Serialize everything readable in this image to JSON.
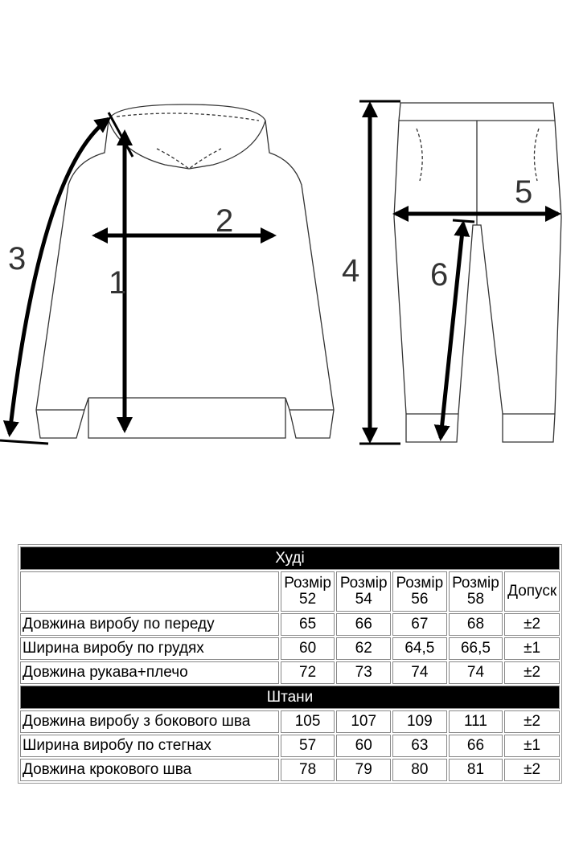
{
  "measure_labels": [
    "1",
    "2",
    "3",
    "4",
    "5",
    "6"
  ],
  "table": {
    "sections": [
      {
        "title": "Худі",
        "header": [
          "Розмір 52",
          "Розмір 54",
          "Розмір 56",
          "Розмір 58",
          "Допуск"
        ],
        "header_lines": [
          [
            "Розмір",
            "52"
          ],
          [
            "Розмір",
            "54"
          ],
          [
            "Розмір",
            "56"
          ],
          [
            "Розмір",
            "58"
          ],
          [
            "Допуск"
          ]
        ],
        "rows": [
          {
            "label": "Довжина виробу по переду",
            "values": [
              "65",
              "66",
              "67",
              "68",
              "±2"
            ]
          },
          {
            "label": "Ширина виробу по грудях",
            "values": [
              "60",
              "62",
              "64,5",
              "66,5",
              "±1"
            ]
          },
          {
            "label": "Довжина рукава+плечо",
            "values": [
              "72",
              "73",
              "74",
              "74",
              "±2"
            ]
          }
        ]
      },
      {
        "title": "Штани",
        "rows": [
          {
            "label": "Довжина виробу з бокового шва",
            "values": [
              "105",
              "107",
              "109",
              "111",
              "±2"
            ]
          },
          {
            "label": "Ширина виробу по стегнах",
            "values": [
              "57",
              "60",
              "63",
              "66",
              "±1"
            ]
          },
          {
            "label": "Довжина крокового шва",
            "values": [
              "78",
              "79",
              "80",
              "81",
              "±2"
            ]
          }
        ]
      }
    ]
  }
}
